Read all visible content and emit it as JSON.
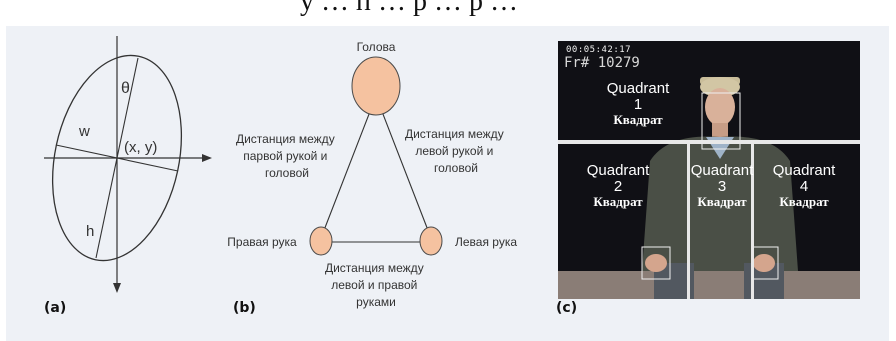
{
  "panel_a": {
    "tag": "(a)",
    "labels": {
      "theta": "θ",
      "w": "w",
      "xy": "(x, y)",
      "h": "h"
    }
  },
  "panel_b": {
    "tag": "(b)",
    "labels": {
      "head": "Голова",
      "right_hand": "Правая рука",
      "left_hand": "Левая рука",
      "dist_right_head": [
        "Дистанция между",
        "парвой рукой и",
        "головой"
      ],
      "dist_left_head": [
        "Дистанция между",
        "левой рукой и",
        "головой"
      ],
      "dist_hands": [
        "Дистанция между",
        "левой и правой",
        "руками"
      ]
    },
    "colors": {
      "node_fill": "#f5c2a0",
      "node_stroke": "#4a4a4a",
      "edge": "#333333"
    }
  },
  "panel_c": {
    "tag": "(c)",
    "timestamp": "00:05:42:17",
    "frame": "Fr# 10279",
    "quadrants": [
      {
        "en": "Quadrant",
        "num": "1",
        "ru": "Квадрат"
      },
      {
        "en": "Quadrant",
        "num": "2",
        "ru": "Квадрат"
      },
      {
        "en": "Quadrant",
        "num": "3",
        "ru": "Квадрат"
      },
      {
        "en": "Quadrant",
        "num": "4",
        "ru": "Квадрат"
      }
    ]
  },
  "colors": {
    "panel_bg": "#eef1f6"
  }
}
